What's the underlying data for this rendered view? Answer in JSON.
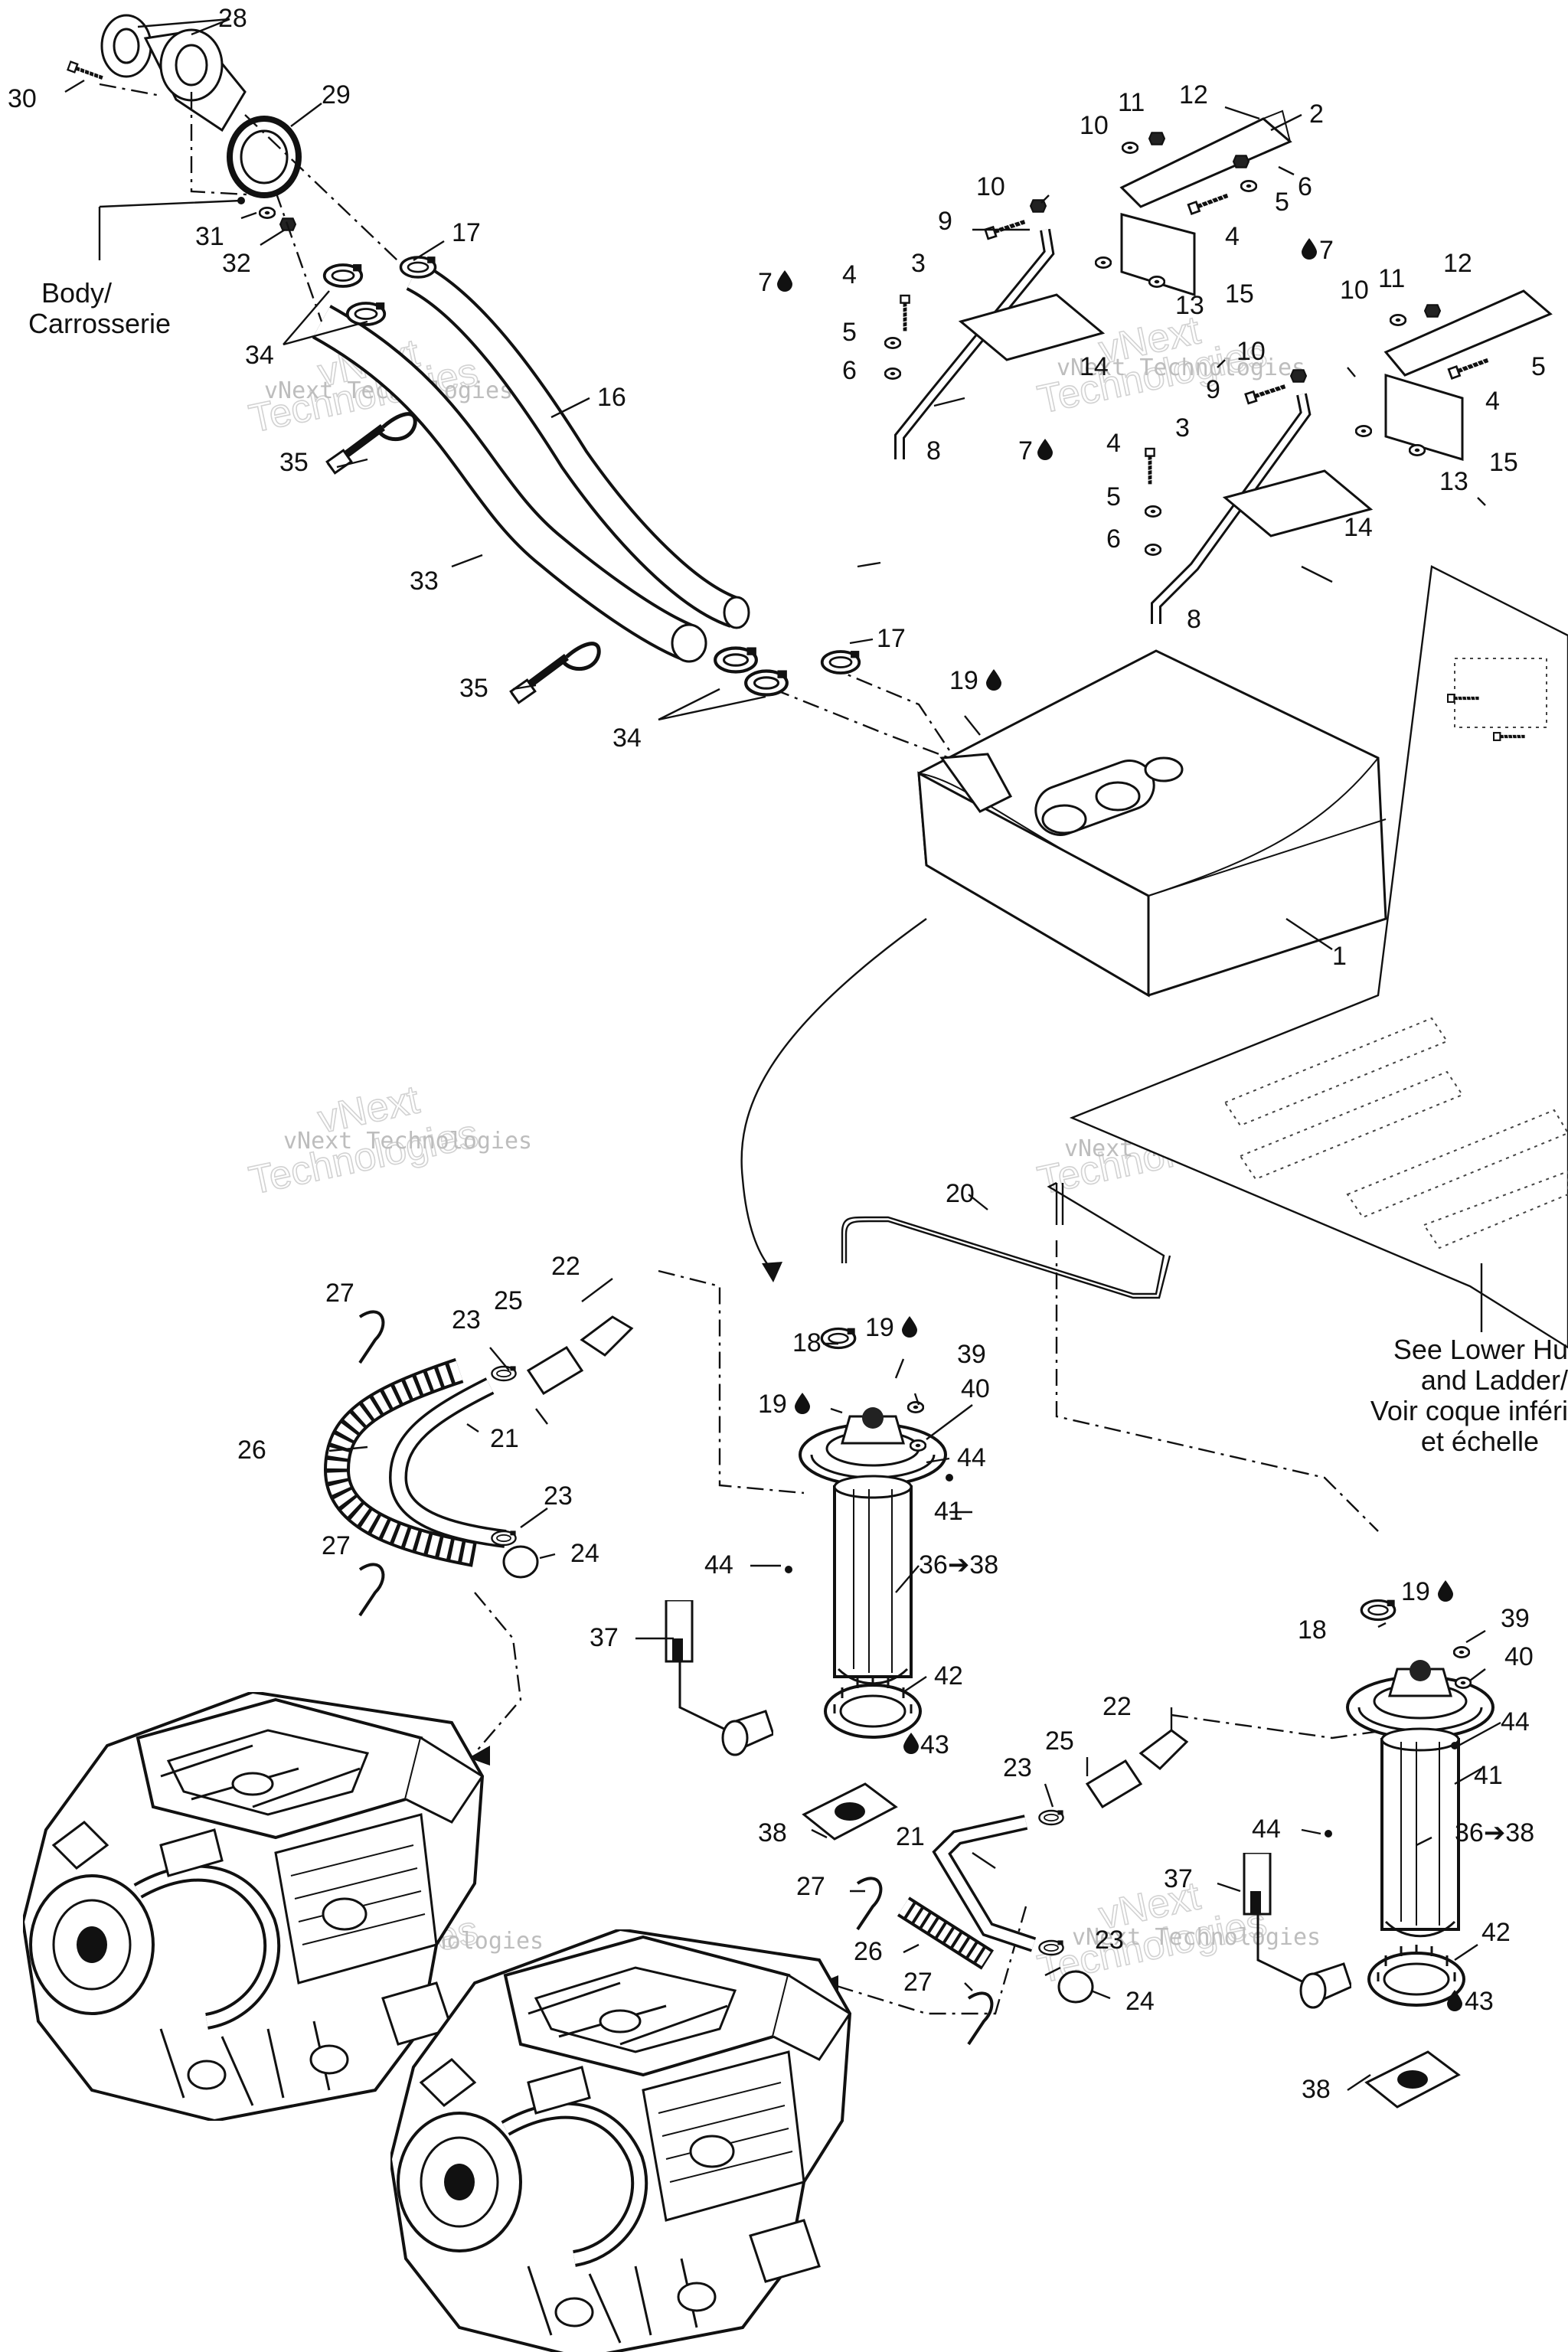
{
  "notes": {
    "body": [
      "Body/",
      "Carrosserie"
    ],
    "lower_hull": [
      "See Lower Hu",
      "and Ladder/",
      "Voir coque inféri",
      "et échelle"
    ]
  },
  "watermark": {
    "line1": "vNext Technologies",
    "line2": "vNext",
    "line3": "Technologies"
  },
  "callouts": [
    {
      "id": "c28",
      "text": "28"
    },
    {
      "id": "c29",
      "text": "29"
    },
    {
      "id": "c30",
      "text": "30"
    },
    {
      "id": "c31",
      "text": "31"
    },
    {
      "id": "c32",
      "text": "32"
    },
    {
      "id": "c17a",
      "text": "17"
    },
    {
      "id": "c34a",
      "text": "34"
    },
    {
      "id": "c16",
      "text": "16"
    },
    {
      "id": "c35a",
      "text": "35"
    },
    {
      "id": "c33",
      "text": "33"
    },
    {
      "id": "c35b",
      "text": "35"
    },
    {
      "id": "c34b",
      "text": "34"
    },
    {
      "id": "c17b",
      "text": "17"
    },
    {
      "id": "c19a",
      "text": "19"
    },
    {
      "id": "c1",
      "text": "1"
    },
    {
      "id": "c12a",
      "text": "12"
    },
    {
      "id": "c2",
      "text": "2"
    },
    {
      "id": "c11a",
      "text": "11"
    },
    {
      "id": "c10a",
      "text": "10"
    },
    {
      "id": "c10b",
      "text": "10"
    },
    {
      "id": "c9a",
      "text": "9"
    },
    {
      "id": "c5a",
      "text": "5"
    },
    {
      "id": "c6a",
      "text": "6"
    },
    {
      "id": "c4a",
      "text": "4"
    },
    {
      "id": "c7a",
      "text": "7"
    },
    {
      "id": "c3a",
      "text": "3"
    },
    {
      "id": "c7b",
      "text": "7"
    },
    {
      "id": "c4b",
      "text": "4"
    },
    {
      "id": "c15a",
      "text": "15"
    },
    {
      "id": "c13a",
      "text": "13"
    },
    {
      "id": "c5b",
      "text": "5"
    },
    {
      "id": "c6b",
      "text": "6"
    },
    {
      "id": "c14a",
      "text": "14"
    },
    {
      "id": "c8a",
      "text": "8"
    },
    {
      "id": "c12b",
      "text": "12"
    },
    {
      "id": "c11b",
      "text": "11"
    },
    {
      "id": "c10c",
      "text": "10"
    },
    {
      "id": "c10d",
      "text": "10"
    },
    {
      "id": "c9b",
      "text": "9"
    },
    {
      "id": "c5c",
      "text": "5"
    },
    {
      "id": "c4c",
      "text": "4"
    },
    {
      "id": "c3b",
      "text": "3"
    },
    {
      "id": "c7c",
      "text": "7"
    },
    {
      "id": "c4d",
      "text": "4"
    },
    {
      "id": "c15b",
      "text": "15"
    },
    {
      "id": "c13b",
      "text": "13"
    },
    {
      "id": "c5d",
      "text": "5"
    },
    {
      "id": "c6c",
      "text": "6"
    },
    {
      "id": "c14b",
      "text": "14"
    },
    {
      "id": "c8b",
      "text": "8"
    },
    {
      "id": "c20",
      "text": "20"
    },
    {
      "id": "c22a",
      "text": "22"
    },
    {
      "id": "c27a",
      "text": "27"
    },
    {
      "id": "c23a",
      "text": "23"
    },
    {
      "id": "c25a",
      "text": "25"
    },
    {
      "id": "c18a",
      "text": "18"
    },
    {
      "id": "c19b",
      "text": "19"
    },
    {
      "id": "c39a",
      "text": "39"
    },
    {
      "id": "c40a",
      "text": "40"
    },
    {
      "id": "c19c",
      "text": "19"
    },
    {
      "id": "c26a",
      "text": "26"
    },
    {
      "id": "c21a",
      "text": "21"
    },
    {
      "id": "c44a",
      "text": "44"
    },
    {
      "id": "c41a",
      "text": "41"
    },
    {
      "id": "c23b",
      "text": "23"
    },
    {
      "id": "c27b",
      "text": "27"
    },
    {
      "id": "c24a",
      "text": "24"
    },
    {
      "id": "c44b",
      "text": "44"
    },
    {
      "id": "c36a",
      "text": "36➔38"
    },
    {
      "id": "c37a",
      "text": "37"
    },
    {
      "id": "c42a",
      "text": "42"
    },
    {
      "id": "c43a",
      "text": "43"
    },
    {
      "id": "c38a",
      "text": "38"
    },
    {
      "id": "c19d",
      "text": "19"
    },
    {
      "id": "c18b",
      "text": "18"
    },
    {
      "id": "c39b",
      "text": "39"
    },
    {
      "id": "c40b",
      "text": "40"
    },
    {
      "id": "c44c",
      "text": "44"
    },
    {
      "id": "c41b",
      "text": "41"
    },
    {
      "id": "c44d",
      "text": "44"
    },
    {
      "id": "c36b",
      "text": "36➔38"
    },
    {
      "id": "c22b",
      "text": "22"
    },
    {
      "id": "c25b",
      "text": "25"
    },
    {
      "id": "c23c",
      "text": "23"
    },
    {
      "id": "c21b",
      "text": "21"
    },
    {
      "id": "c37b",
      "text": "37"
    },
    {
      "id": "c27c",
      "text": "27"
    },
    {
      "id": "c26b",
      "text": "26"
    },
    {
      "id": "c23d",
      "text": "23"
    },
    {
      "id": "c27d",
      "text": "27"
    },
    {
      "id": "c24b",
      "text": "24"
    },
    {
      "id": "c42b",
      "text": "42"
    },
    {
      "id": "c43b",
      "text": "43"
    },
    {
      "id": "c38b",
      "text": "38"
    }
  ]
}
